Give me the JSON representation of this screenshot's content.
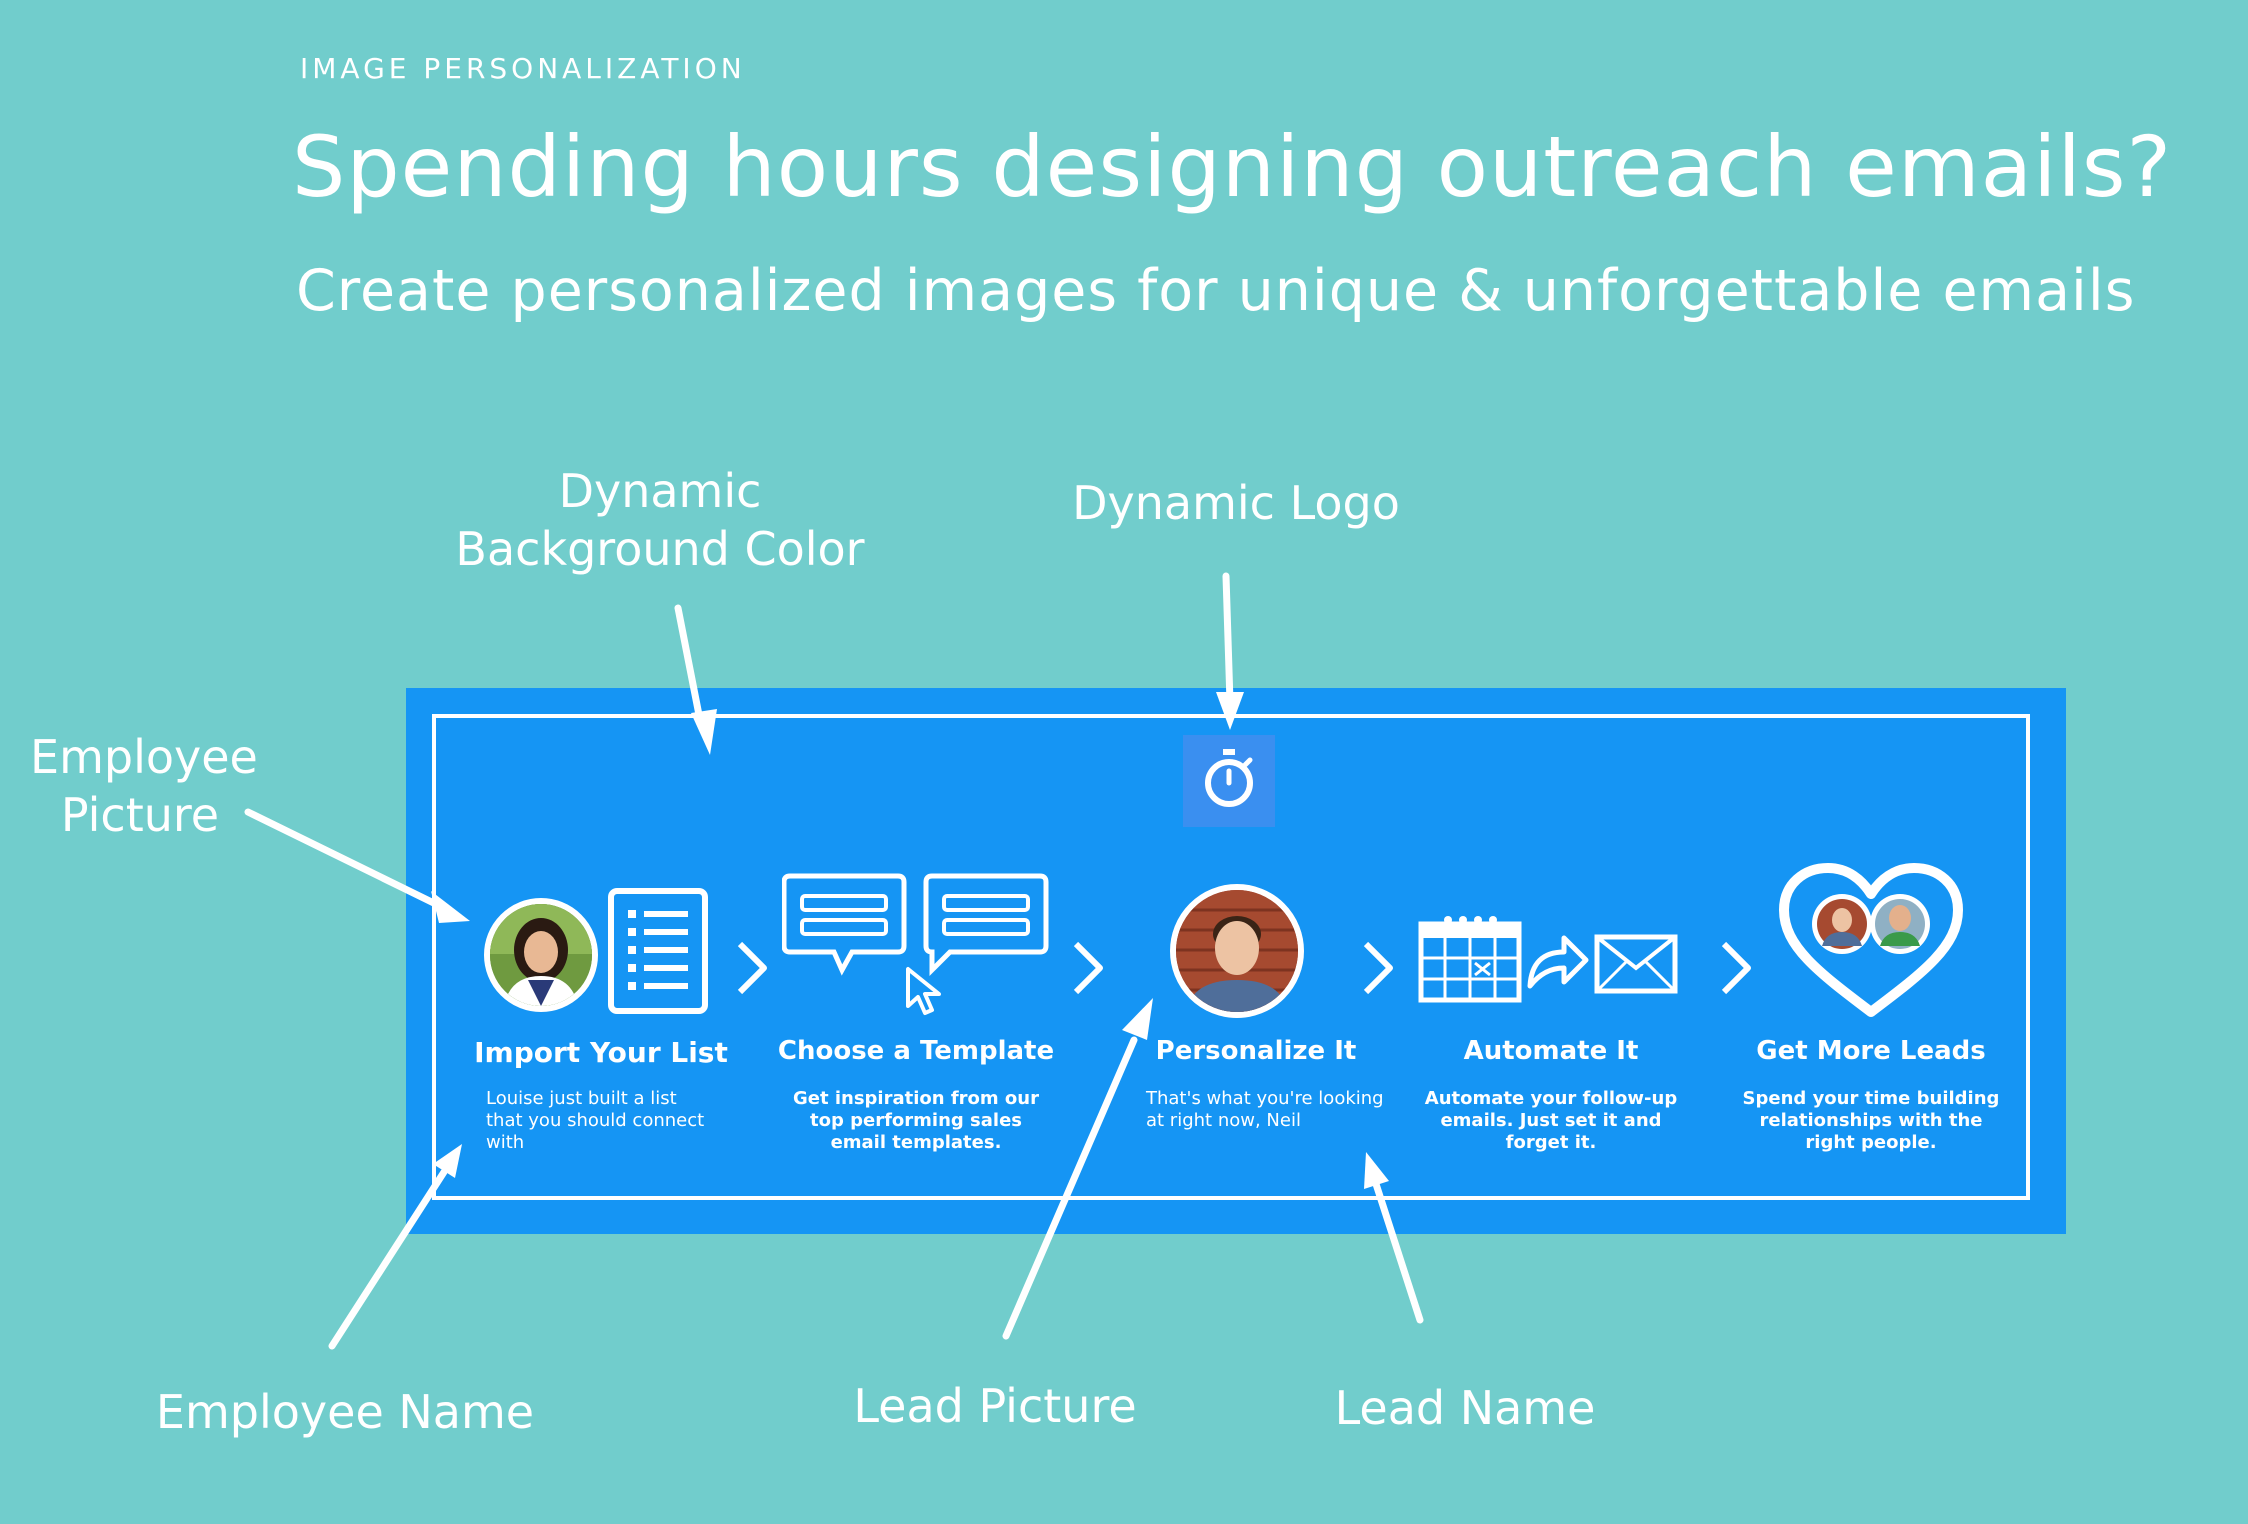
{
  "header": {
    "eyebrow": "IMAGE PERSONALIZATION",
    "headline": "Spending hours designing outreach emails?",
    "subhead": "Create personalized images for unique & unforgettable emails"
  },
  "callouts": {
    "employee_picture": [
      "Employee",
      "Picture"
    ],
    "dynamic_background": [
      "Dynamic",
      "Background Color"
    ],
    "dynamic_logo": "Dynamic Logo",
    "employee_name": "Employee Name",
    "lead_picture": "Lead Picture",
    "lead_name": "Lead Name"
  },
  "steps": [
    {
      "title": "Import Your List",
      "desc": "Louise just built a list that you should connect with"
    },
    {
      "title": "Choose a Template",
      "desc": "Get inspiration from our top performing sales email templates."
    },
    {
      "title": "Personalize It",
      "desc": "That's what you're looking at right now, Neil"
    },
    {
      "title": "Automate It",
      "desc": "Automate your follow-up emails. Just set it and forget it."
    },
    {
      "title": "Get More Leads",
      "desc": "Spend your time building relationships with the right people."
    }
  ],
  "colors": {
    "page_background": "#71cdcc",
    "panel_background": "#1595f4",
    "foreground": "#ffffff"
  },
  "icons": [
    "stopwatch-icon",
    "checklist-icon",
    "chat-bubbles-icon",
    "cursor-icon",
    "calendar-icon",
    "share-arrow-icon",
    "envelope-icon",
    "heart-icon",
    "chevron-right-icon"
  ]
}
